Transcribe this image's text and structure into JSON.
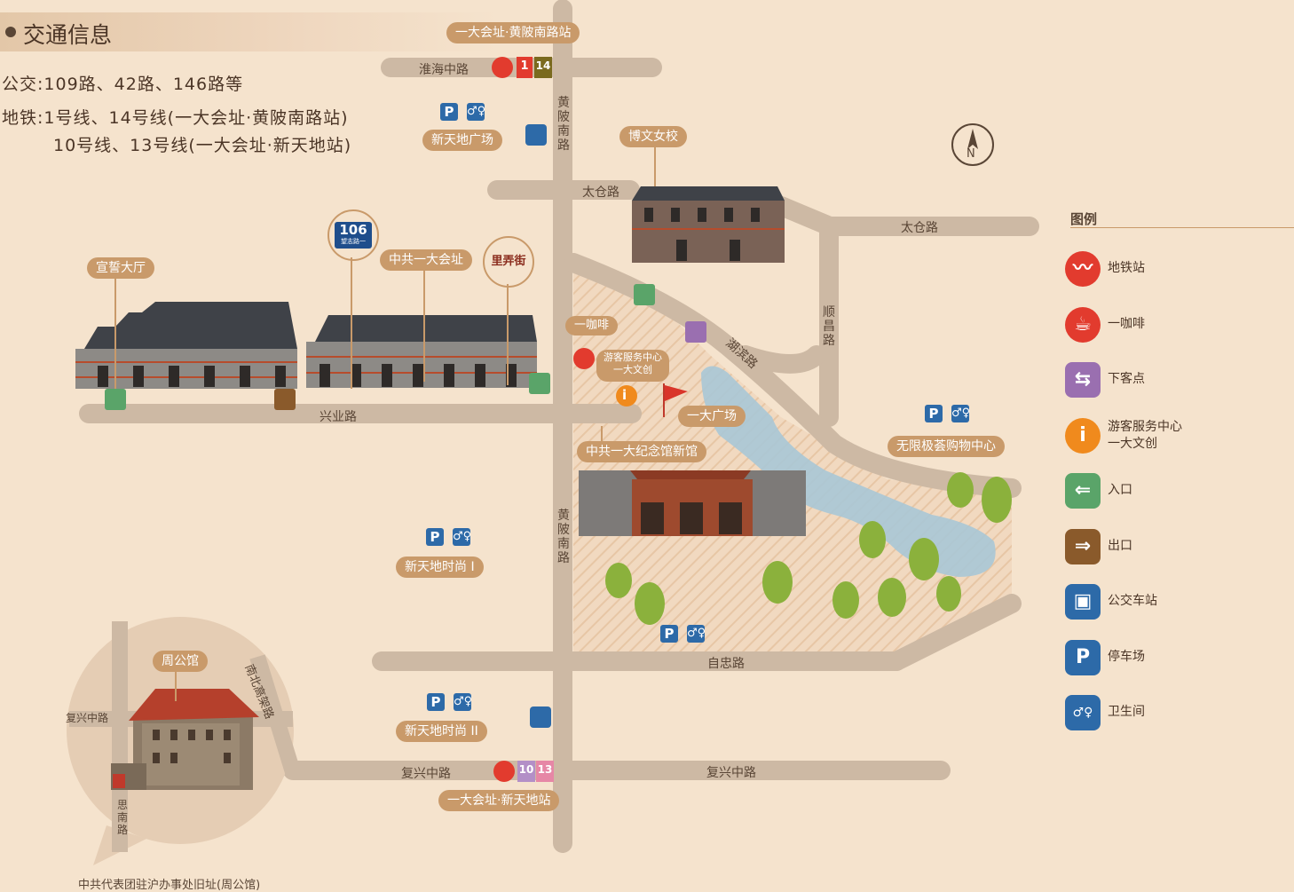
{
  "header": {
    "title": "交通信息"
  },
  "transit": {
    "bus": "公交:109路、42路、146路等",
    "metro_line1": "地铁:1号线、14号线(一大会址·黄陂南路站)",
    "metro_line2": "10号线、13号线(一大会址·新天地站)"
  },
  "roads": {
    "huaihai": "淮海中路",
    "huangpi_upper": "黄陂南路",
    "taicang_west": "太仓路",
    "taicang_east": "太仓路",
    "xingye": "兴业路",
    "hubin": "湖滨路",
    "shunchang": "顺昌路",
    "huangpi_lower": "黄陂南路",
    "zizhong": "自忠路",
    "fuxing_west": "复兴中路",
    "fuxing_east": "复兴中路",
    "fuxing_inset": "复兴中路",
    "nanbei": "南北高架路",
    "sinan": "思南路"
  },
  "places": {
    "huangpi_station": "一大会址·黄陂南路站",
    "xintiandi_plaza": "新天地广场",
    "bowen": "博文女校",
    "xuanshi": "宣誓大厅",
    "zhonggong_site": "中共一大会址",
    "yi_coffee": "一咖啡",
    "visitor_center": "游客服务中心\n一大文创",
    "square": "一大广场",
    "new_museum": "中共一大纪念馆新馆",
    "mall": "无限极荟购物中心",
    "xintiandi_1": "新天地时尚 I",
    "xintiandi_2": "新天地时尚 II",
    "xintiandi_station": "一大会址·新天地站",
    "zhou_mansion": "周公馆",
    "zhou_caption": "中共代表团驻沪办事处旧址(周公馆)"
  },
  "badges": {
    "metro_top": [
      "1",
      "14"
    ],
    "metro_bottom": [
      "10",
      "13"
    ],
    "house_number": "106",
    "house_sub": "望志路一",
    "shikumen": "里弄街",
    "north": "N",
    "parking": "P",
    "restroom": "♂♀",
    "info": "i"
  },
  "colors": {
    "metro_red": "#e23b2e",
    "line1": "#e23b2e",
    "line14": "#7a6a1e",
    "line10": "#b38fc7",
    "line13": "#e687a6",
    "blue": "#2d6aa8",
    "green": "#5aa469",
    "brown": "#8a5a2b",
    "pill": "#c99a6a"
  },
  "legend": {
    "title": "图例",
    "items": [
      {
        "icon": "metro-icon",
        "label": "地铁站",
        "color": "#e23b2e"
      },
      {
        "icon": "coffee-icon",
        "label": "一咖啡",
        "color": "#e23b2e"
      },
      {
        "icon": "dropoff-icon",
        "label": "下客点",
        "color": "#9a6fb0"
      },
      {
        "icon": "info-icon",
        "label": "游客服务中心\n一大文创",
        "color": "#f08a1d"
      },
      {
        "icon": "entrance-icon",
        "label": "入口",
        "color": "#5aa469"
      },
      {
        "icon": "exit-icon",
        "label": "出口",
        "color": "#8a5a2b"
      },
      {
        "icon": "bus-icon",
        "label": "公交车站",
        "color": "#2d6aa8"
      },
      {
        "icon": "parking-icon",
        "label": "停车场",
        "color": "#2d6aa8"
      },
      {
        "icon": "restroom-icon",
        "label": "卫生间",
        "color": "#2d6aa8"
      }
    ]
  }
}
